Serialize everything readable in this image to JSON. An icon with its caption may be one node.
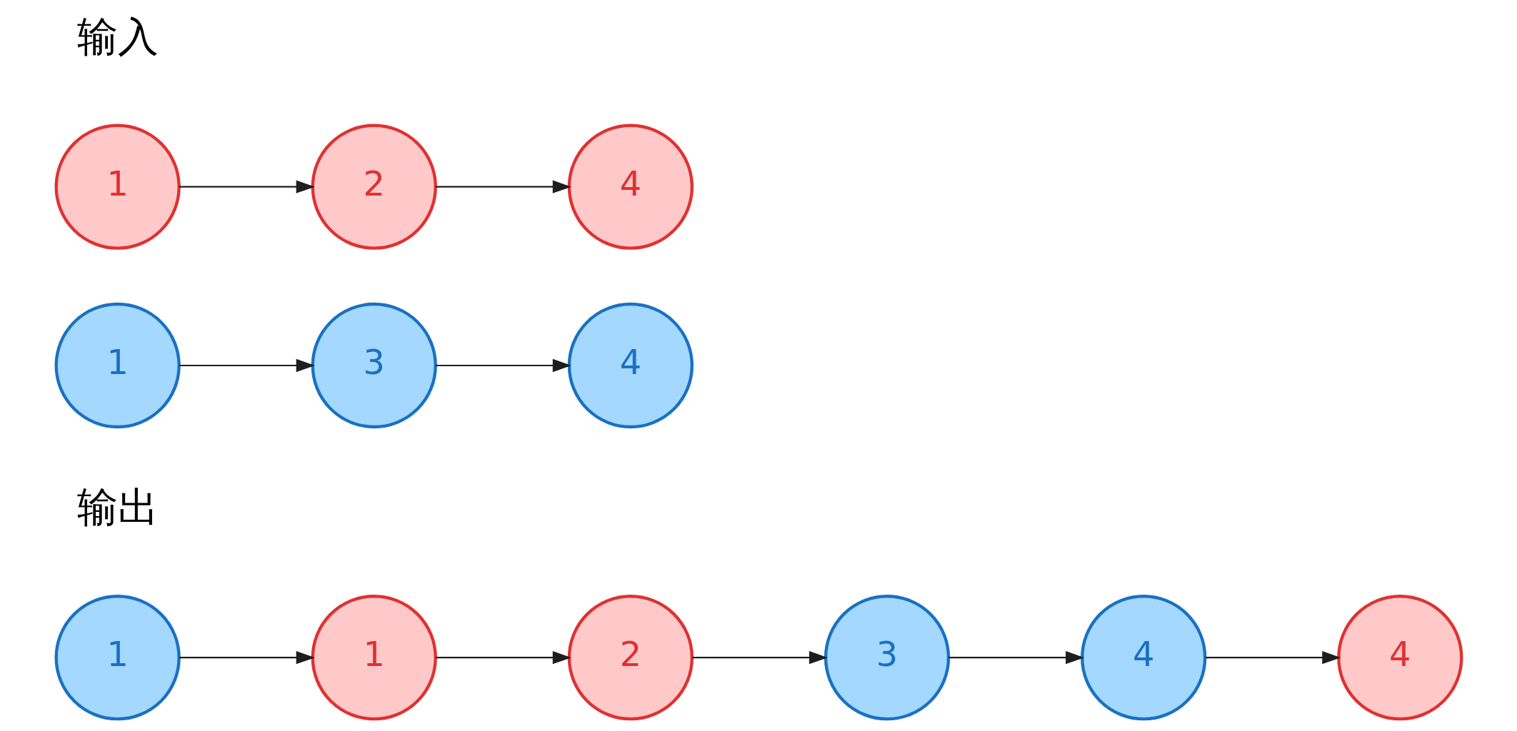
{
  "diagram": {
    "nodes": [
      {
        "text": [
          "1"
        ]
      },
      {
        "text": [
          "2"
        ]
      },
      {
        "text": [
          "4"
        ]
      },
      {
        "text": [
          "1"
        ]
      },
      {
        "text": [
          "3"
        ]
      },
      {
        "text": [
          "4"
        ]
      },
      {
        "text": [
          "1"
        ]
      },
      {
        "text": [
          "1"
        ]
      },
      {
        "text": [
          "2"
        ]
      },
      {
        "text": [
          "3"
        ]
      },
      {
        "text": [
          "4"
        ]
      },
      {
        "text": [
          "4"
        ]
      }
    ],
    "edges": [
      {
        "from": 0,
        "to": 1,
        "arrow": "to"
      },
      {
        "from": 1,
        "to": 2,
        "arrow": "to"
      },
      {
        "from": 3,
        "to": 4,
        "arrow": "to"
      },
      {
        "from": 4,
        "to": 5,
        "arrow": "to"
      },
      {
        "from": 6,
        "to": 7,
        "arrow": "to"
      },
      {
        "from": 7,
        "to": 8,
        "arrow": "to"
      },
      {
        "from": 8,
        "to": 9,
        "arrow": "to"
      },
      {
        "from": 9,
        "to": 10,
        "arrow": "to"
      },
      {
        "from": 10,
        "to": 11,
        "arrow": "to"
      }
    ],
    "labels": [
      "输入",
      "输出"
    ]
  }
}
